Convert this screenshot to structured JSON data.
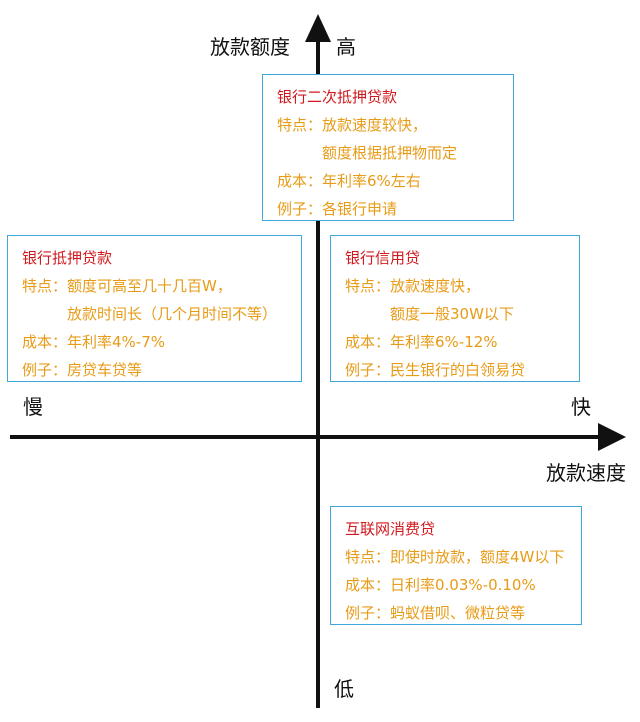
{
  "axes": {
    "y_label": "放款额度",
    "x_label": "放款速度",
    "top": "高",
    "bottom": "低",
    "left": "慢",
    "right": "快"
  },
  "colors": {
    "title": "#d0191e",
    "text": "#e79b17",
    "border": "#3fa8db",
    "axis": "#111111"
  },
  "quadrants": [
    {
      "title": "银行二次抵押贷款",
      "features_key": "特点：",
      "features": [
        "放款速度较快，",
        "额度根据抵押物而定"
      ],
      "cost_key": "成本：",
      "cost": "年利率6%左右",
      "example_key": "例子：",
      "example": "各银行申请"
    },
    {
      "title": "银行抵押贷款",
      "features_key": "特点：",
      "features": [
        "额度可高至几十几百W，",
        "放款时间长（几个月时间不等）"
      ],
      "cost_key": "成本：",
      "cost": "年利率4%-7%",
      "example_key": "例子：",
      "example": "房贷车贷等"
    },
    {
      "title": "银行信用贷",
      "features_key": "特点：",
      "features": [
        "放款速度快，",
        "额度一般30W以下"
      ],
      "cost_key": "成本：",
      "cost": "年利率6%-12%",
      "example_key": "例子：",
      "example": "民生银行的白领易贷"
    },
    {
      "title": "互联网消费贷",
      "features_key": "特点：",
      "features": [
        "即使时放款，额度4W以下"
      ],
      "cost_key": "成本：",
      "cost": "日利率0.03%-0.10%",
      "example_key": "例子：",
      "example": "蚂蚁借呗、微粒贷等"
    }
  ]
}
